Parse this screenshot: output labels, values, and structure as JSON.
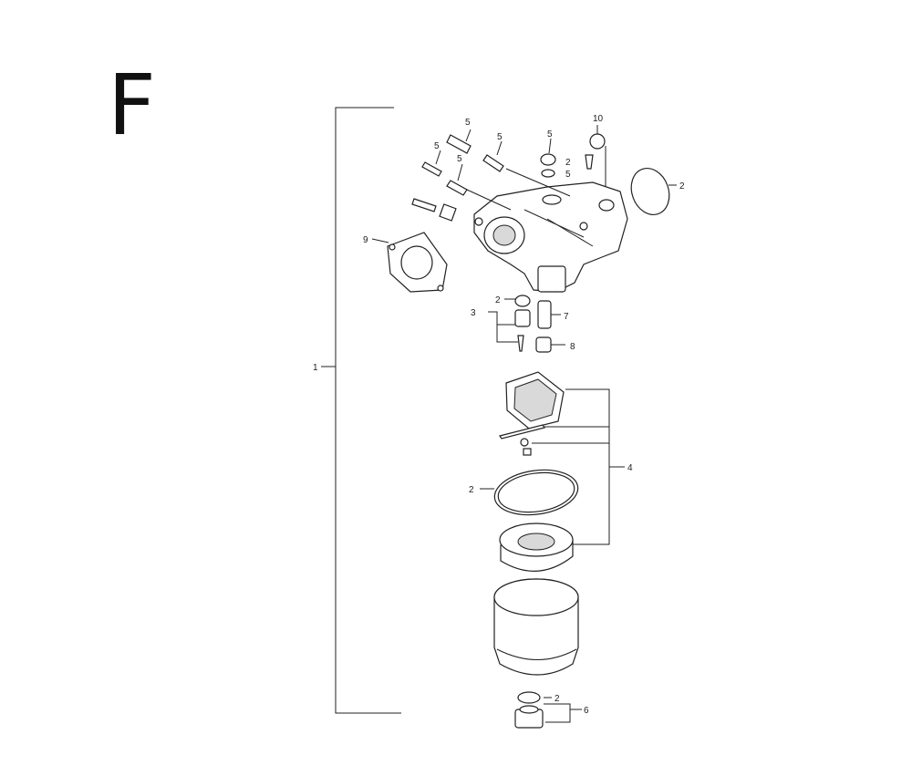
{
  "section_letter": "F",
  "colors": {
    "ink": "#222222",
    "background": "#ffffff"
  },
  "callouts": {
    "assembly": "1",
    "gasket_main": "2",
    "oring_top": "2",
    "washer_mid": "2",
    "float_ring": "2",
    "drain_washer": "2",
    "jet": "3",
    "float_set": "4",
    "screw_a": "5",
    "screw_b": "5",
    "screw_c": "5",
    "screw_d": "5",
    "screw_e": "5",
    "screw_f": "5",
    "drain_bolt": "6",
    "nozzle": "7",
    "main_jet": "8",
    "insulator": "9",
    "cap_nut": "10"
  }
}
